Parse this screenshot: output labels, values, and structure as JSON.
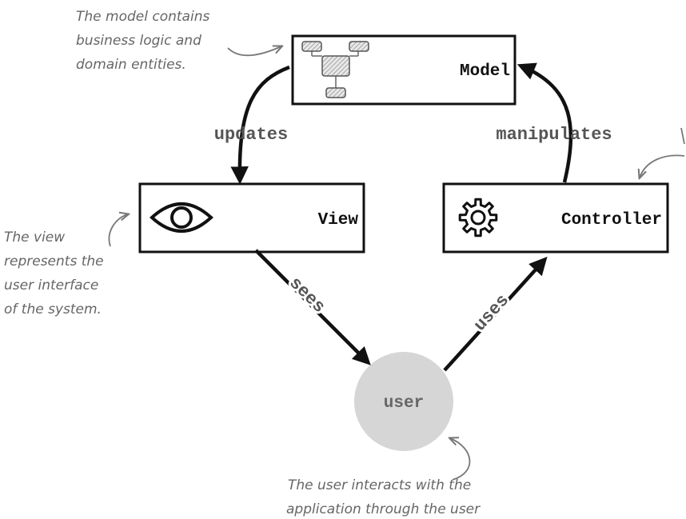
{
  "nodes": {
    "model": "Model",
    "view": "View",
    "controller": "Controller",
    "user": "user"
  },
  "edges": {
    "updates": "updates",
    "manipulates": "manipulates",
    "sees": "sees",
    "uses": "uses"
  },
  "notes": {
    "model": [
      "The model contains",
      "business logic and",
      "domain entities."
    ],
    "view": [
      "The view",
      "represents the",
      "user interface",
      "of the system."
    ],
    "user": [
      "The user interacts with the",
      "application through the user"
    ]
  }
}
